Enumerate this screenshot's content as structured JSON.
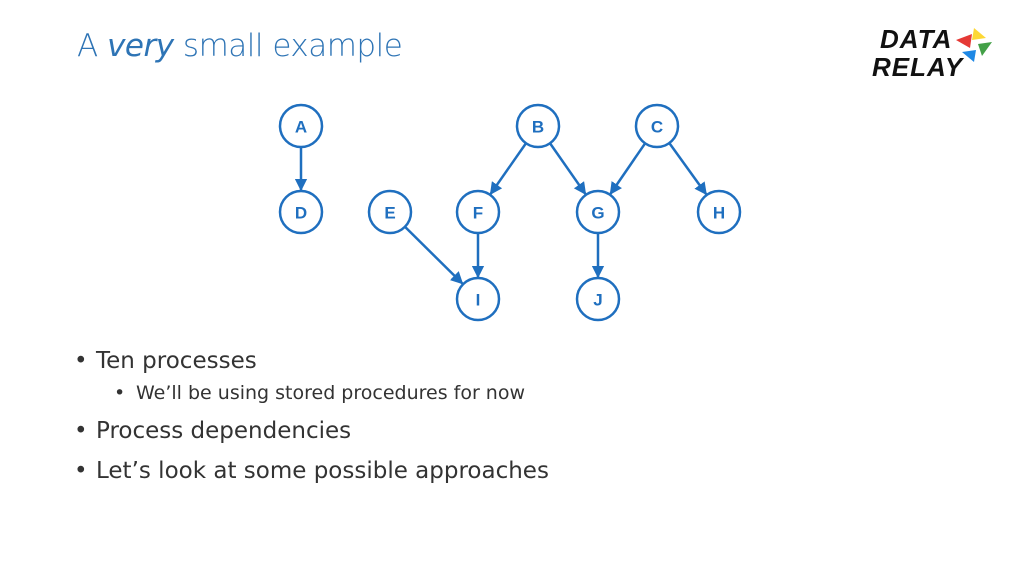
{
  "slide": {
    "title_prefix": "A ",
    "title_emphasis": "very",
    "title_suffix": " small example"
  },
  "logo": {
    "line1": "DATA",
    "line2": "RELAY",
    "arrow_colors": [
      "#E53935",
      "#FDD835",
      "#43A047",
      "#1E88E5"
    ]
  },
  "graph": {
    "node_color": "#1F6FBF",
    "nodes": [
      {
        "id": "A",
        "label": "A"
      },
      {
        "id": "B",
        "label": "B"
      },
      {
        "id": "C",
        "label": "C"
      },
      {
        "id": "D",
        "label": "D"
      },
      {
        "id": "E",
        "label": "E"
      },
      {
        "id": "F",
        "label": "F"
      },
      {
        "id": "G",
        "label": "G"
      },
      {
        "id": "H",
        "label": "H"
      },
      {
        "id": "I",
        "label": "I"
      },
      {
        "id": "J",
        "label": "J"
      }
    ],
    "edges": [
      {
        "from": "A",
        "to": "D"
      },
      {
        "from": "B",
        "to": "F"
      },
      {
        "from": "B",
        "to": "G"
      },
      {
        "from": "C",
        "to": "G"
      },
      {
        "from": "C",
        "to": "H"
      },
      {
        "from": "E",
        "to": "I"
      },
      {
        "from": "F",
        "to": "I"
      },
      {
        "from": "G",
        "to": "J"
      }
    ]
  },
  "bullets": [
    {
      "text": "Ten processes"
    },
    {
      "text": "We’ll be using stored procedures for now"
    },
    {
      "text": "Process dependencies"
    },
    {
      "text": "Let’s look at some possible approaches"
    }
  ]
}
